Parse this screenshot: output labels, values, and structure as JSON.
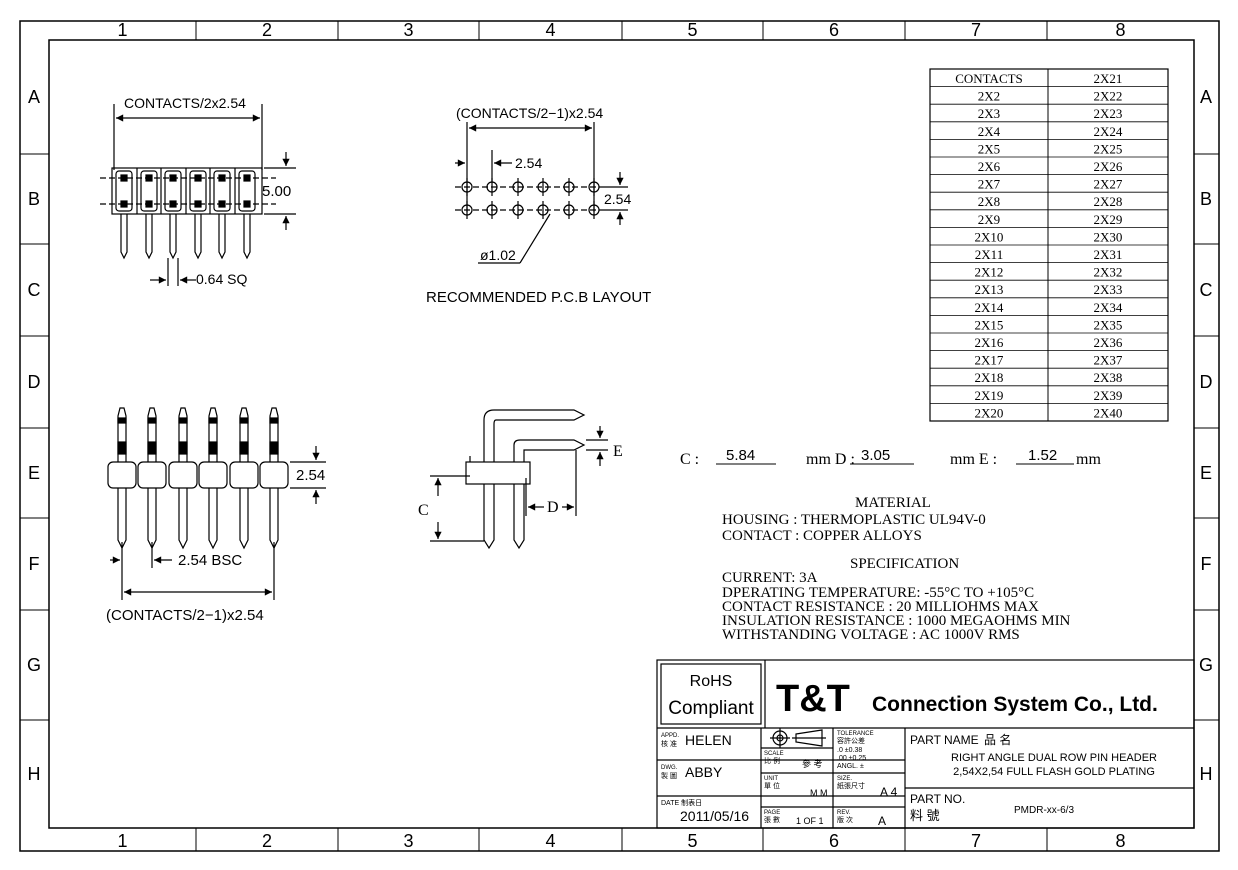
{
  "grid": {
    "columns": [
      "1",
      "2",
      "3",
      "4",
      "5",
      "6",
      "7",
      "8"
    ],
    "rows": [
      "A",
      "B",
      "C",
      "D",
      "E",
      "F",
      "G",
      "H"
    ]
  },
  "views": {
    "top_width_label": "CONTACTS/2x2.54",
    "top_height_label": "5.00",
    "pin_sq_label": "0.64 SQ",
    "pcb_width_label": "(CONTACTS/2−1)x2.54",
    "pcb_pitch_label": "2.54",
    "pcb_row_label": "2.54",
    "pcb_hole_label": "ø1.02",
    "pcb_caption": "RECOMMENDED P.C.B LAYOUT",
    "front_height_label": "2.54",
    "front_pitch_label": "2.54 BSC",
    "front_width_label": "(CONTACTS/2−1)x2.54",
    "side_c_label": "C",
    "side_d_label": "D",
    "side_e_label": "E"
  },
  "contacts_table": {
    "headers": [
      "CONTACTS",
      "2X21"
    ],
    "rows": [
      [
        "2X2",
        "2X22"
      ],
      [
        "2X3",
        "2X23"
      ],
      [
        "2X4",
        "2X24"
      ],
      [
        "2X5",
        "2X25"
      ],
      [
        "2X6",
        "2X26"
      ],
      [
        "2X7",
        "2X27"
      ],
      [
        "2X8",
        "2X28"
      ],
      [
        "2X9",
        "2X29"
      ],
      [
        "2X10",
        "2X30"
      ],
      [
        "2X11",
        "2X31"
      ],
      [
        "2X12",
        "2X32"
      ],
      [
        "2X13",
        "2X33"
      ],
      [
        "2X14",
        "2X34"
      ],
      [
        "2X15",
        "2X35"
      ],
      [
        "2X16",
        "2X36"
      ],
      [
        "2X17",
        "2X37"
      ],
      [
        "2X18",
        "2X38"
      ],
      [
        "2X19",
        "2X39"
      ],
      [
        "2X20",
        "2X40"
      ]
    ]
  },
  "dims": {
    "c_label": "C :",
    "c_value": "5.84",
    "d_label": "mm D :",
    "d_value": "3.05",
    "e_label": "mm E :",
    "e_value": "1.52",
    "unit": "mm"
  },
  "material": {
    "title": "MATERIAL",
    "housing": "HOUSING : THERMOPLASTIC UL94V-0",
    "contact": "CONTACT : COPPER ALLOYS"
  },
  "specification": {
    "title": "SPECIFICATION",
    "lines": [
      "CURRENT: 3A",
      "DPERATING TEMPERATURE: -55°C TO +105°C",
      "CONTACT RESISTANCE : 20 MILLIOHMS MAX",
      "INSULATION RESISTANCE : 1000 MEGAOHMS MIN",
      "WITHSTANDING VOLTAGE : AC 1000V RMS"
    ]
  },
  "title_block": {
    "rohs_line1": "RoHS",
    "rohs_line2": "Compliant",
    "company_mark": "T&T",
    "company_name": "Connection System Co., Ltd.",
    "appd_label": "APPD.",
    "appd_label_cn": "核 准",
    "appd_value": "HELEN",
    "dwg_label": "DWG.",
    "dwg_label_cn": "製 圖",
    "dwg_value": "ABBY",
    "date_label": "DATE 制表日",
    "date_value": "2011/05/16",
    "scale_label": "SCALE",
    "scale_label_cn": "比 例",
    "scale_value": "參 考",
    "unit_label": "UNIT",
    "unit_label_cn": "單 位",
    "unit_value": "M M",
    "page_label": "PAGE",
    "page_label_cn": "張 數",
    "page_value": "1 OF 1",
    "tolerance_label": "TOLERANCE",
    "tolerance_label_cn": "容許公差",
    "tol_line1": ".0    ±0.38",
    "tol_line2": ".00   ±0.25",
    "tol_line3": "ANGL. ±",
    "size_label": "SIZE.",
    "size_label_cn": "紙張尺寸",
    "size_value": "A 4",
    "rev_label": "REV.",
    "rev_label_cn": "版 次",
    "rev_value": "A",
    "part_name_label": "PART NAME",
    "part_name_label_cn": "品  名",
    "part_name_line1": "RIGHT ANGLE DUAL ROW PIN HEADER",
    "part_name_line2": "2,54X2,54 FULL FLASH GOLD PLATING",
    "part_no_label": "PART NO.",
    "part_no_label_cn": "料  號",
    "part_no_value": "PMDR-xx-6/3"
  }
}
